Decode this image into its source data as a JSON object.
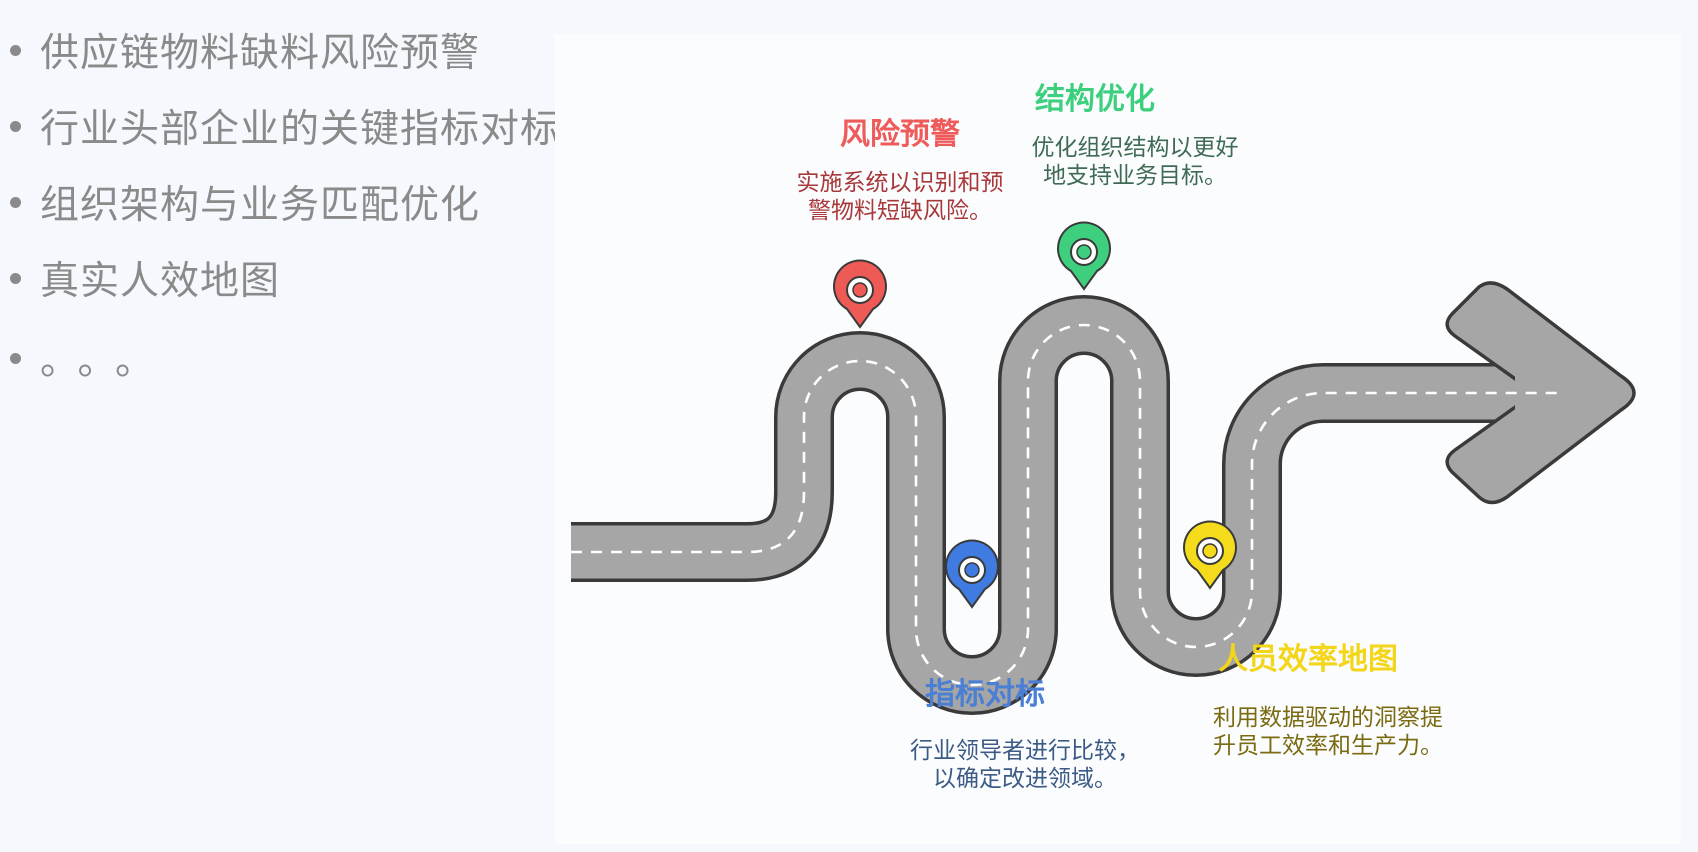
{
  "bullets": [
    "供应链物料缺料风险预警",
    "行业头部企业的关键指标对标",
    "组织架构与业务匹配优化",
    "真实人效地图",
    "。。。"
  ],
  "colors": {
    "road": "#a6a6a6",
    "road_outline": "#3a3a3a",
    "lane": "#ffffff",
    "bullet_text": "#8a8a8a"
  },
  "milestones": [
    {
      "id": "risk",
      "title": "风险预警",
      "desc": "实施系统以识别和预\n警物料短缺风险。",
      "title_color": "#ef5b5b",
      "desc_color": "#a8393b",
      "pin_color": "#ee5a56",
      "icon": "location-pin-icon"
    },
    {
      "id": "benchmark",
      "title": "指标对标",
      "desc": "行业领导者进行比较，\n以确定改进领域。",
      "title_color": "#4a7fd4",
      "desc_color": "#3c5a86",
      "pin_color": "#3f7be0",
      "icon": "location-pin-icon"
    },
    {
      "id": "structure",
      "title": "结构优化",
      "desc": "优化组织结构以更好\n地支持业务目标。",
      "title_color": "#3ccf7d",
      "desc_color": "#3f6b55",
      "pin_color": "#3ecf7e",
      "icon": "location-pin-icon"
    },
    {
      "id": "efficiency",
      "title": "人员效率地图",
      "desc": "利用数据驱动的洞察提\n升员工效率和生产力。",
      "title_color": "#f3d51a",
      "desc_color": "#7a6a10",
      "pin_color": "#f4dc1c",
      "icon": "location-pin-icon"
    }
  ]
}
